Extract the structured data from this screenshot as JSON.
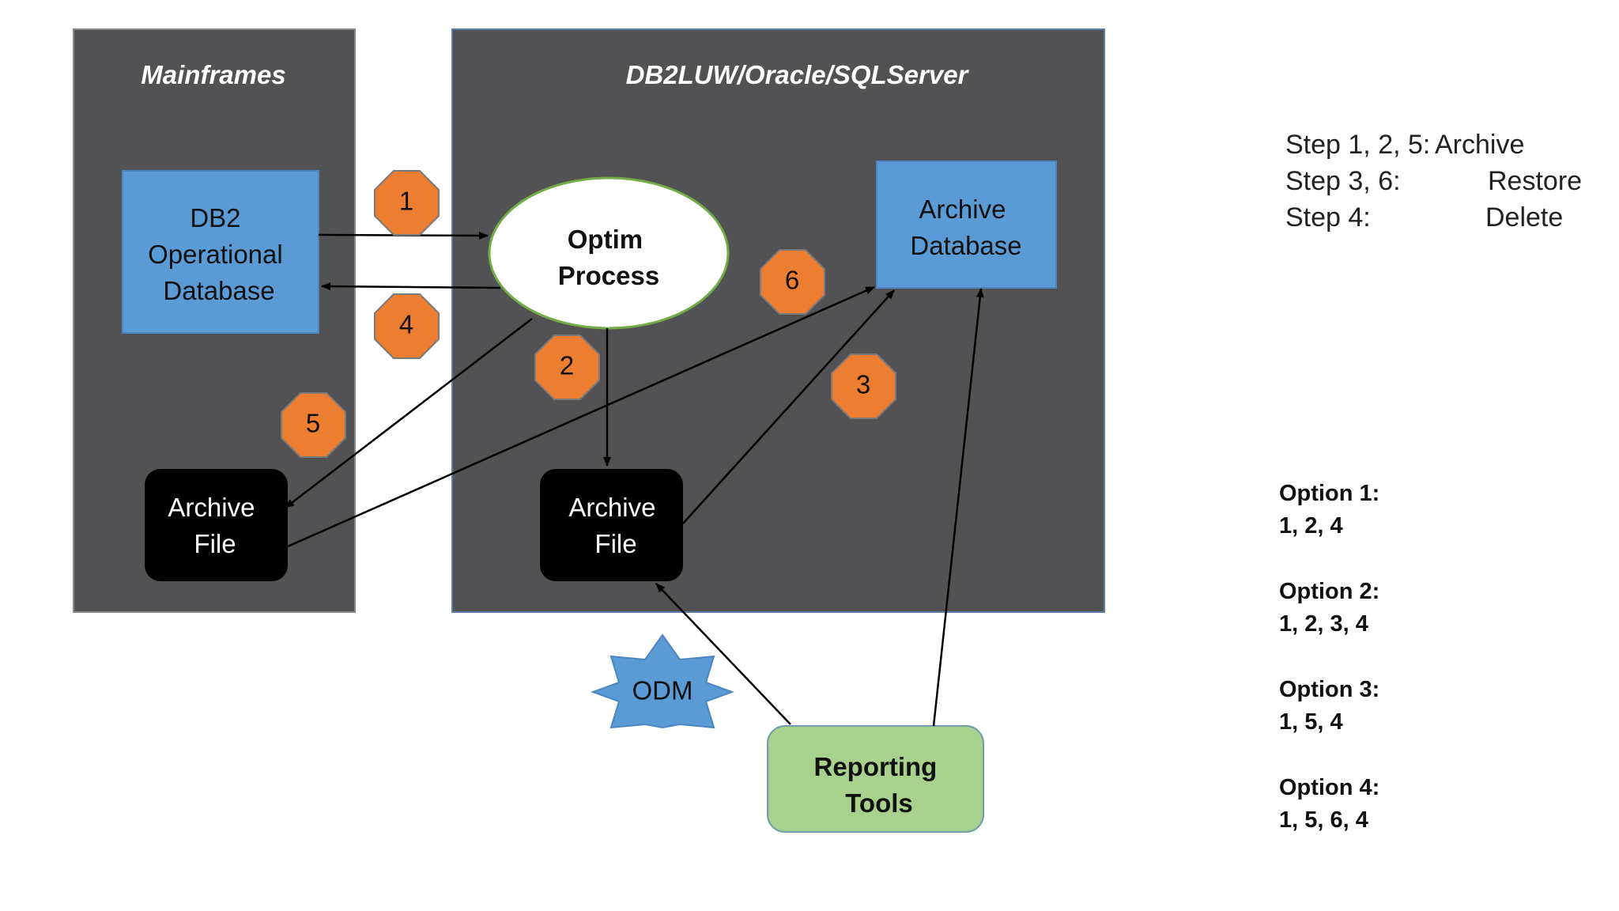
{
  "diagram": {
    "panels": {
      "mainframes": "Mainframes",
      "distributed": "DB2LUW/Oracle/SQLServer"
    },
    "nodes": {
      "db2_operational": [
        "DB2",
        "Operational",
        "Database"
      ],
      "optim_process": [
        "Optim",
        "Process"
      ],
      "archive_database": [
        "Archive",
        "Database"
      ],
      "archive_file_mainframe": [
        "Archive",
        "File"
      ],
      "archive_file_distributed": [
        "Archive",
        "File"
      ],
      "odm": "ODM",
      "reporting_tools": [
        "Reporting",
        "Tools"
      ]
    },
    "step_badges": [
      "1",
      "2",
      "3",
      "4",
      "5",
      "6"
    ],
    "colors": {
      "panel_bg": "#525154",
      "panel_border": "#8a8a8a",
      "blue_box": "#5b9bd5",
      "black_box": "#000000",
      "badge_orange": "#ed7d31",
      "ellipse_border": "#70ad47",
      "green_box": "#a9d18e",
      "arrow": "#000000"
    }
  },
  "legend": {
    "steps": [
      {
        "label": "Step 1, 2, 5:",
        "action": "Archive"
      },
      {
        "label": "Step 3, 6:",
        "action": "Restore"
      },
      {
        "label": "Step 4:",
        "action": "Delete"
      }
    ],
    "options": [
      {
        "title": "Option 1:",
        "sequence": "1, 2, 4"
      },
      {
        "title": "Option 2:",
        "sequence": "1, 2, 3, 4"
      },
      {
        "title": "Option 3:",
        "sequence": "1, 5, 4"
      },
      {
        "title": "Option 4:",
        "sequence": "1, 5, 6, 4"
      }
    ]
  }
}
